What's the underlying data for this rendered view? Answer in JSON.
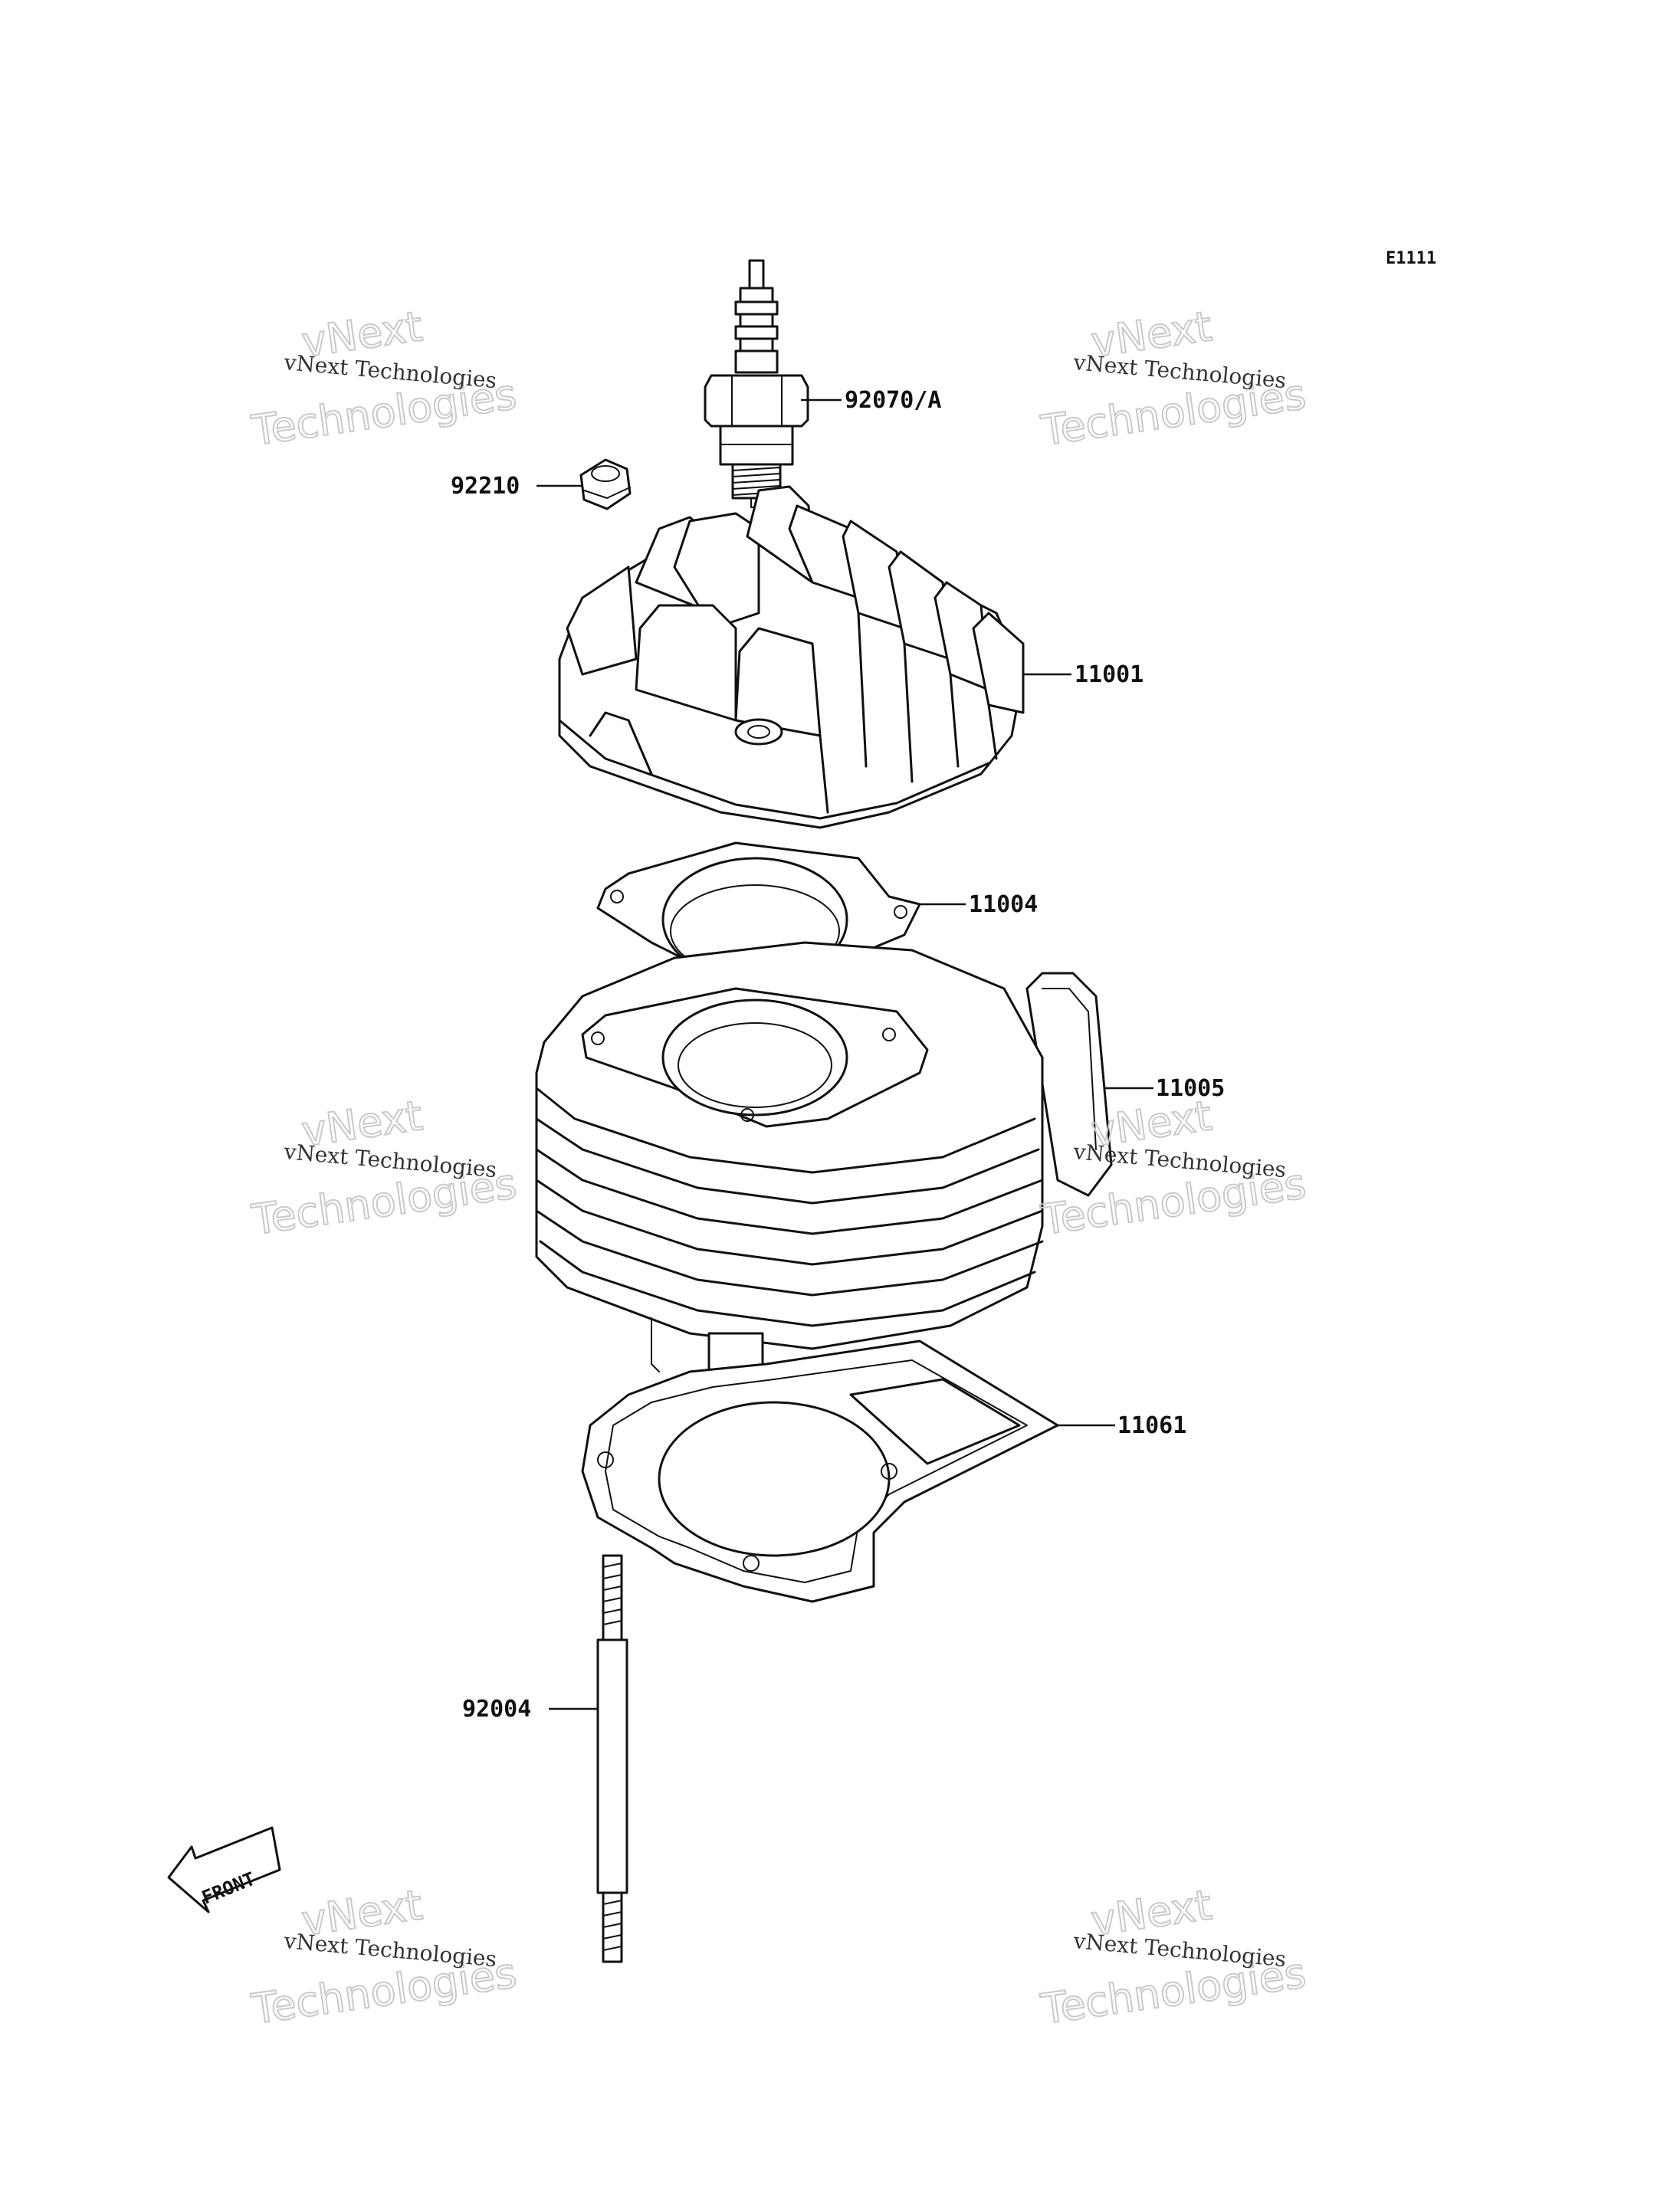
{
  "diagram_code": "E1111",
  "parts": [
    {
      "id": "spark-plug",
      "number": "92070/A"
    },
    {
      "id": "nut",
      "number": "92210"
    },
    {
      "id": "cylinder-head",
      "number": "11001"
    },
    {
      "id": "head-gasket",
      "number": "11004"
    },
    {
      "id": "cylinder",
      "number": "11005"
    },
    {
      "id": "base-gasket",
      "number": "11061"
    },
    {
      "id": "stud",
      "number": "92004"
    }
  ],
  "front_indicator": "FRONT",
  "watermark": {
    "line1": "vNext Technologies",
    "top": "vNext",
    "bottom": "Technologies"
  }
}
